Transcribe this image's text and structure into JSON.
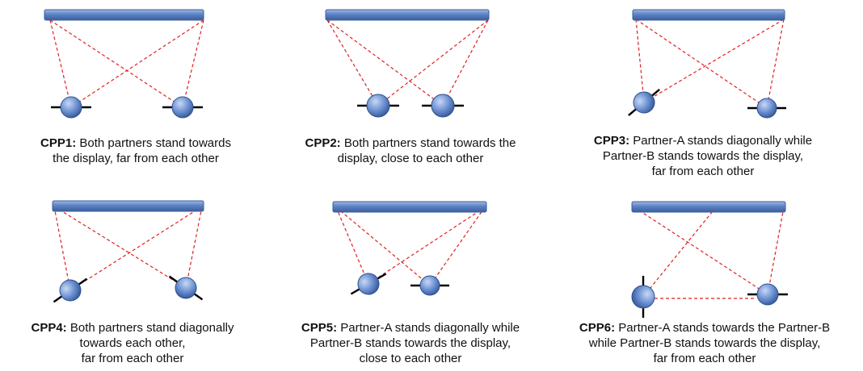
{
  "colors": {
    "display_fill": "#5b82c4",
    "display_stroke": "#3b5f9e",
    "partner_fill": "#6a8fd0",
    "partner_stroke": "#2f5190",
    "sightline": "#e02020",
    "limb": "#000000"
  },
  "panels": [
    {
      "id": "CPP1",
      "label": "CPP1:",
      "lines": [
        "Both partners stand towards",
        "the display, far from each other"
      ]
    },
    {
      "id": "CPP2",
      "label": "CPP2:",
      "lines": [
        "Both partners stand towards the",
        "display, close to each other"
      ]
    },
    {
      "id": "CPP3",
      "label": "CPP3:",
      "lines": [
        "Partner-A stands diagonally while",
        "Partner-B stands towards the display,",
        "far from each other"
      ]
    },
    {
      "id": "CPP4",
      "label": "CPP4:",
      "lines": [
        "Both partners stand diagonally",
        "towards each other,",
        "far from each other"
      ]
    },
    {
      "id": "CPP5",
      "label": "CPP5:",
      "lines": [
        "Partner-A stands diagonally while",
        "Partner-B stands towards the display,",
        "close to each other"
      ]
    },
    {
      "id": "CPP6",
      "label": "CPP6:",
      "lines": [
        "Partner-A stands towards the Partner-B",
        "while Partner-B stands towards the display,",
        "far from each other"
      ]
    }
  ]
}
